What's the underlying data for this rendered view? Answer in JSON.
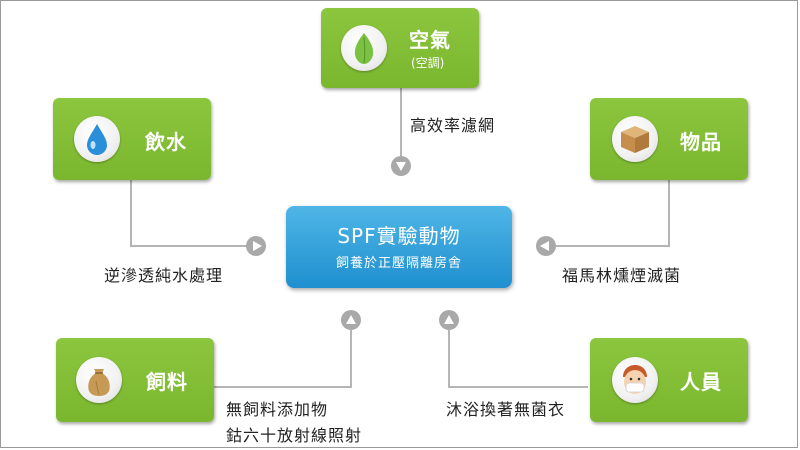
{
  "colors": {
    "node_green": "#8cc63f",
    "center_blue": "#2a9bd6",
    "connector_gray": "#b5b5b5"
  },
  "center": {
    "title": "SPF實驗動物",
    "subtitle": "飼養於正壓隔離房舍"
  },
  "nodes": {
    "air": {
      "title": "空氣",
      "subtitle": "(空調)",
      "icon": "leaf-icon",
      "process": "高效率濾網"
    },
    "water": {
      "title": "飲水",
      "icon": "water-drop-icon",
      "process": "逆滲透純水處理"
    },
    "goods": {
      "title": "物品",
      "icon": "box-icon",
      "process": "福馬林燻煙滅菌"
    },
    "feed": {
      "title": "飼料",
      "icon": "feed-sack-icon",
      "process_line1": "無飼料添加物",
      "process_line2": "鈷六十放射線照射"
    },
    "personnel": {
      "title": "人員",
      "icon": "masked-person-icon",
      "process": "沐浴換著無菌衣"
    }
  }
}
